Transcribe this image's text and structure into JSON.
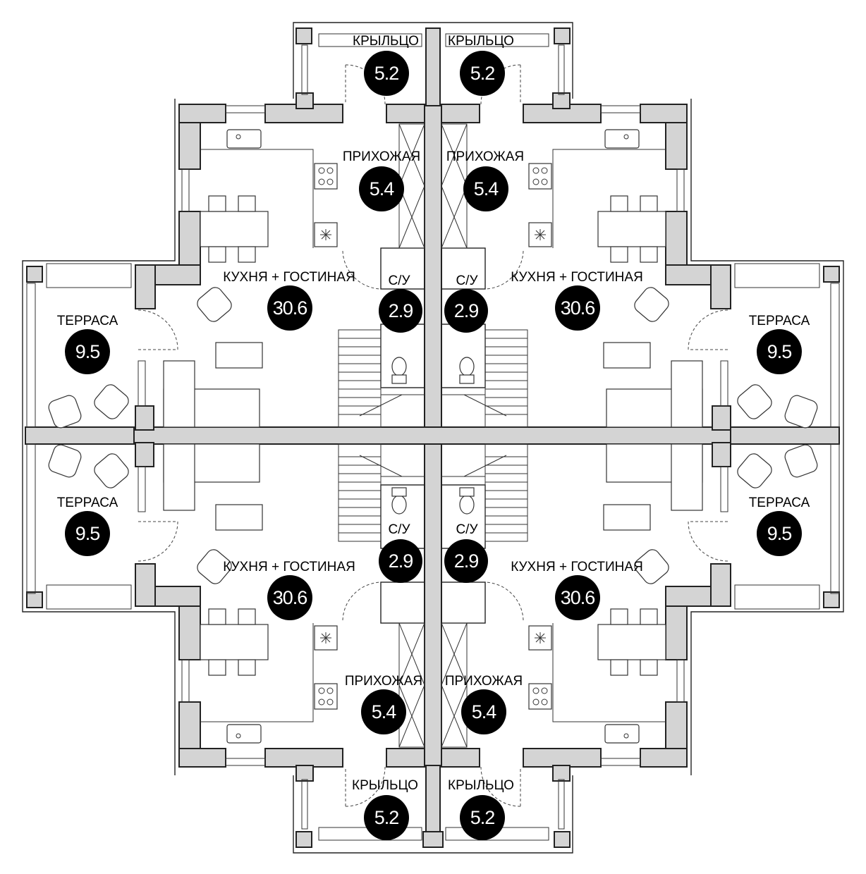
{
  "rooms": [
    {
      "id": "porch-tl",
      "name": "КРЫЛЬЦО",
      "area": "5.2"
    },
    {
      "id": "porch-tr",
      "name": "КРЫЛЬЦО",
      "area": "5.2"
    },
    {
      "id": "porch-bl",
      "name": "КРЫЛЬЦО",
      "area": "5.2"
    },
    {
      "id": "porch-br",
      "name": "КРЫЛЬЦО",
      "area": "5.2"
    },
    {
      "id": "hall-tl",
      "name": "ПРИХОЖАЯ",
      "area": "5.4"
    },
    {
      "id": "hall-tr",
      "name": "ПРИХОЖАЯ",
      "area": "5.4"
    },
    {
      "id": "hall-bl",
      "name": "ПРИХОЖАЯ",
      "area": "5.4"
    },
    {
      "id": "hall-br",
      "name": "ПРИХОЖАЯ",
      "area": "5.4"
    },
    {
      "id": "kitchen-tl",
      "name": "КУХНЯ + ГОСТИНАЯ",
      "area": "30.6"
    },
    {
      "id": "kitchen-tr",
      "name": "КУХНЯ + ГОСТИНАЯ",
      "area": "30.6"
    },
    {
      "id": "kitchen-bl",
      "name": "КУХНЯ + ГОСТИНАЯ",
      "area": "30.6"
    },
    {
      "id": "kitchen-br",
      "name": "КУХНЯ + ГОСТИНАЯ",
      "area": "30.6"
    },
    {
      "id": "wc-tl",
      "name": "С/У",
      "area": "2.9"
    },
    {
      "id": "wc-tr",
      "name": "С/У",
      "area": "2.9"
    },
    {
      "id": "wc-bl",
      "name": "С/У",
      "area": "2.9"
    },
    {
      "id": "wc-br",
      "name": "С/У",
      "area": "2.9"
    },
    {
      "id": "terrace-tl",
      "name": "ТЕРРАСА",
      "area": "9.5"
    },
    {
      "id": "terrace-tr",
      "name": "ТЕРРАСА",
      "area": "9.5"
    },
    {
      "id": "terrace-bl",
      "name": "ТЕРРАСА",
      "area": "9.5"
    },
    {
      "id": "terrace-br",
      "name": "ТЕРРАСА",
      "area": "9.5"
    }
  ],
  "colors": {
    "badge": "#000000",
    "wall": "#d4d4d4",
    "line": "#222222"
  },
  "icons": {
    "stove": "stove-icon",
    "sink": "sink-icon",
    "toilet": "toilet-icon",
    "fridge": "fridge-icon"
  }
}
